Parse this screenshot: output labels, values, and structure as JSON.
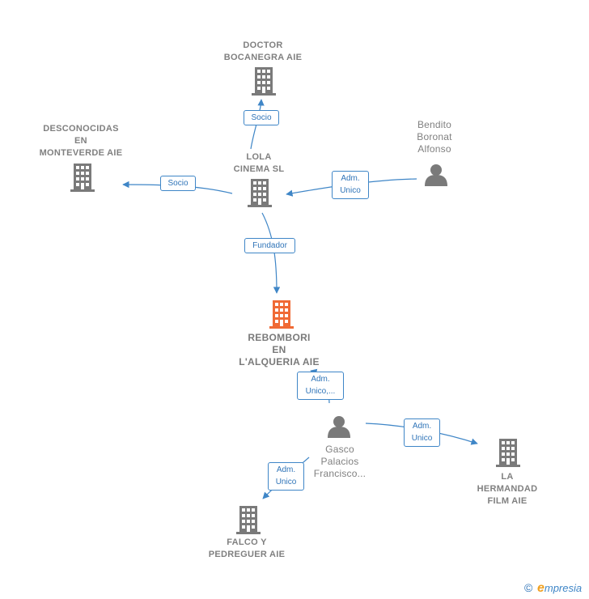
{
  "nodes": {
    "doctor": {
      "label": "DOCTOR\nBOCANEGRA AIE"
    },
    "desconocidas": {
      "label": "DESCONOCIDAS\nEN\nMONTEVERDE AIE"
    },
    "lola": {
      "label": "LOLA\nCINEMA  SL"
    },
    "bendito": {
      "label": "Bendito\nBoronat\nAlfonso"
    },
    "rebombori": {
      "label": "REBOMBORI\nEN\nL'ALQUERIA AIE"
    },
    "gasco": {
      "label": "Gasco\nPalacios\nFrancisco..."
    },
    "hermandad": {
      "label": "LA\nHERMANDAD\nFILM AIE"
    },
    "falco": {
      "label": "FALCO Y\nPEDREGUER AIE"
    }
  },
  "relations": {
    "socio_doctor": "Socio",
    "socio_desconocidas": "Socio",
    "adm_bendito": "Adm.\nUnico",
    "fundador": "Fundador",
    "adm_rebombori": "Adm.\nUnico,...",
    "adm_hermandad": "Adm.\nUnico",
    "adm_falco": "Adm.\nUnico"
  },
  "colors": {
    "building": "#7a7a7a",
    "focus_building": "#f06a35",
    "edge": "#3f86c7"
  },
  "footer": {
    "copyright": "©",
    "brand_initial": "e",
    "brand_rest": "mpresia"
  }
}
